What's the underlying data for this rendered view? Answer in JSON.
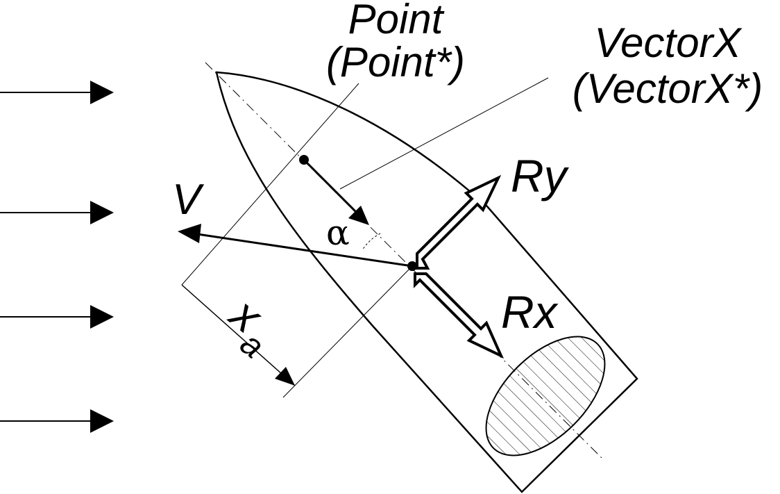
{
  "labels": {
    "point": "Point",
    "point_star": "(Point*)",
    "vectorx": "VectorX",
    "vectorx_star": "(VectorX*)",
    "ry": "Ry",
    "rx": "Rx",
    "v": "V",
    "alpha": "α",
    "xa_main": "x",
    "xa_sub": "a"
  },
  "colors": {
    "ink": "#000000",
    "background": "#ffffff"
  }
}
